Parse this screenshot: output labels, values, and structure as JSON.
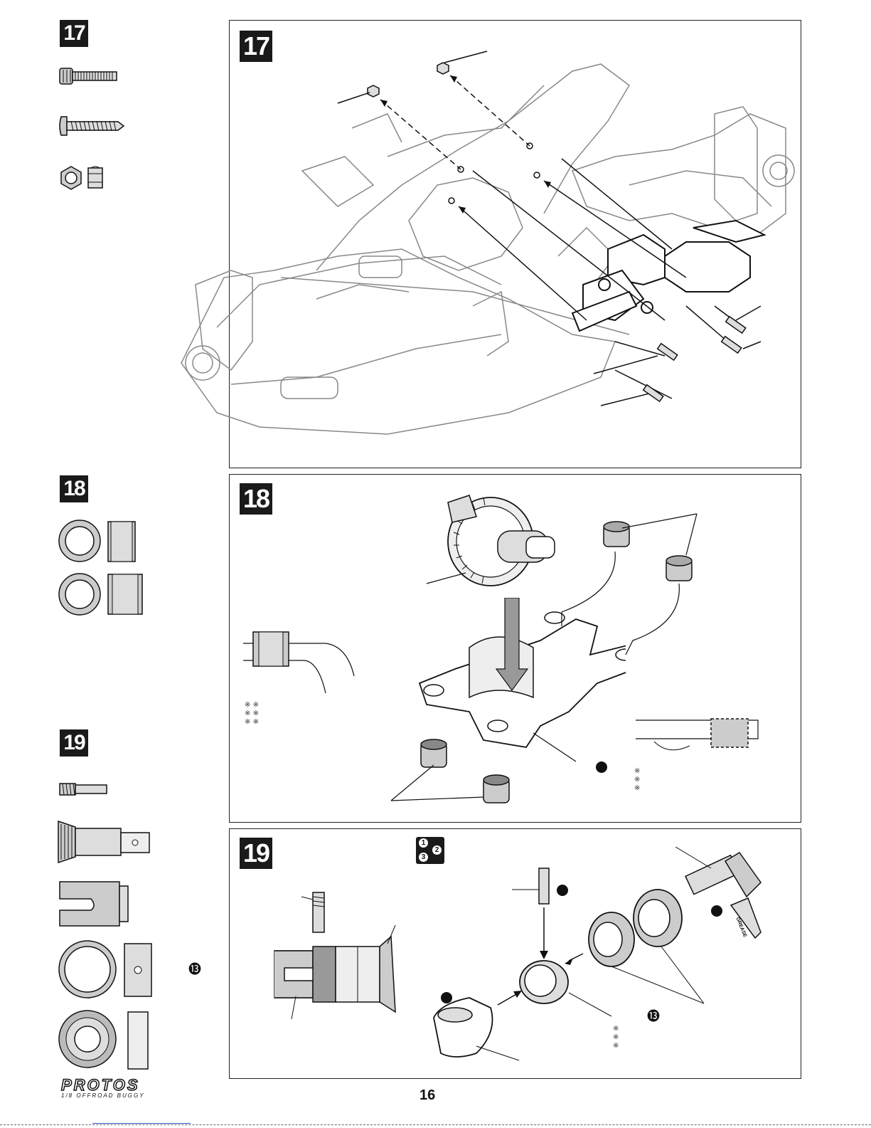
{
  "steps": {
    "s17": {
      "number": "17"
    },
    "s18": {
      "number": "18"
    },
    "s19": {
      "number": "19"
    }
  },
  "sequence_icon": {
    "n1": "1",
    "n2": "2",
    "n3": "3"
  },
  "circled_ref": "⓭",
  "grease_tube_text": "GREASE",
  "note_marks": "※",
  "page_number": "16",
  "logo": {
    "name": "PROTOS",
    "tagline": "1/8 OFFROAD BUGGY"
  },
  "icons": [
    "cap-screw-icon",
    "tapping-screw-icon",
    "nut-icon",
    "bushing-icon",
    "set-screw-icon",
    "pinion-gear-icon",
    "diff-joint-icon",
    "ball-bearing-icon",
    "grease-tube-icon"
  ]
}
